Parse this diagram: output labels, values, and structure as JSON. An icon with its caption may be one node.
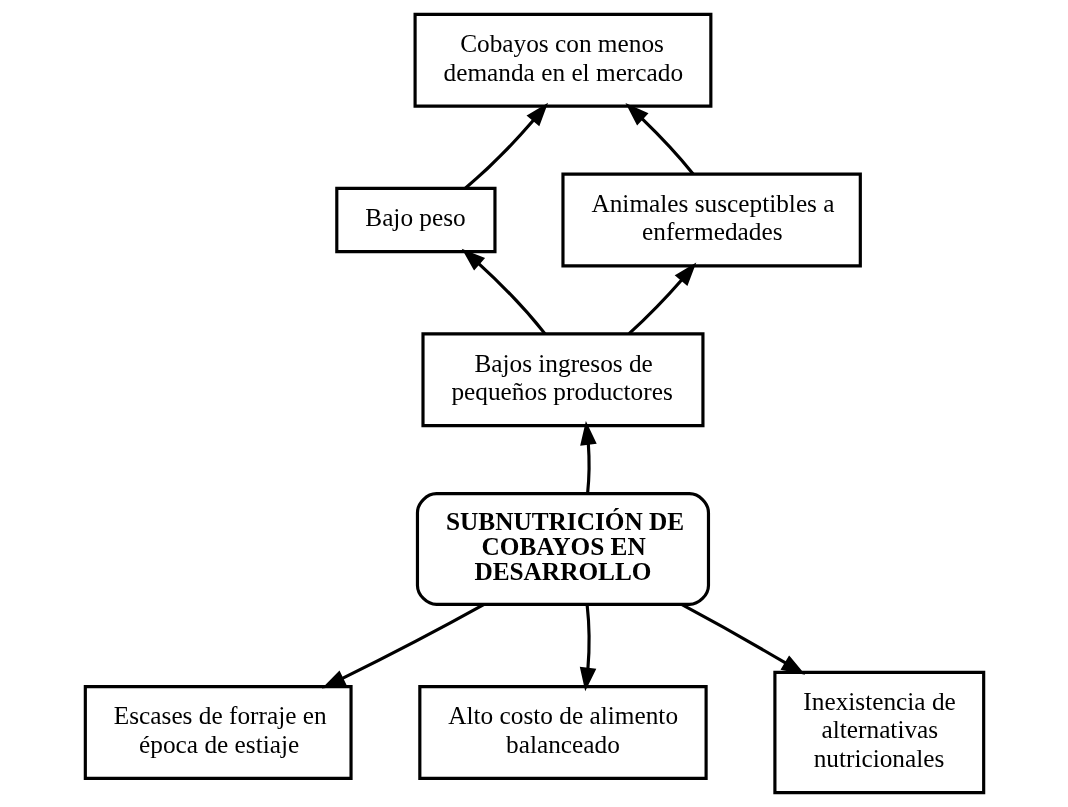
{
  "diagram": {
    "nodes": [
      {
        "text": [
          "Cobayos con menos demanda en el mercado"
        ]
      },
      {
        "text": [
          "Bajo peso"
        ]
      },
      {
        "text": [
          "Animales susceptibles a enfermedades"
        ]
      },
      {
        "text": [
          "Bajos ingresos de pequeños productores"
        ]
      },
      {
        "text": [
          "SUBNUTRICIÓN DE COBAYOS EN DESARROLLO"
        ]
      },
      {
        "text": [
          "Escases de forraje en época de estiaje"
        ]
      },
      {
        "text": [
          "Alto costo de alimento balanceado"
        ]
      },
      {
        "text": [
          "Inexistencia de alternativas nutricionales"
        ]
      }
    ],
    "edges": [
      {
        "from": 1,
        "to": 0,
        "arrow": "to"
      },
      {
        "from": 2,
        "to": 0,
        "arrow": "to"
      },
      {
        "from": 3,
        "to": 1,
        "arrow": "to"
      },
      {
        "from": 3,
        "to": 2,
        "arrow": "to"
      },
      {
        "from": 4,
        "to": 3,
        "arrow": "to"
      },
      {
        "from": 4,
        "to": 5,
        "arrow": "to"
      },
      {
        "from": 4,
        "to": 6,
        "arrow": "to"
      },
      {
        "from": 4,
        "to": 7,
        "arrow": "to"
      }
    ]
  }
}
